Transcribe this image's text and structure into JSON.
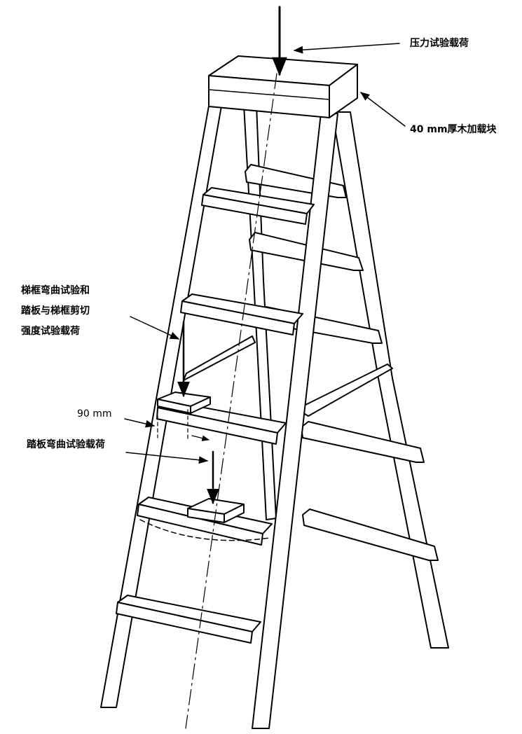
{
  "labels": {
    "compression_load": "压力试验载荷",
    "wood_block": "40 mm厚木加载块",
    "stile_load_line1": "梯框弯曲试验和",
    "stile_load_line2": "踏板与梯框剪切",
    "stile_load_line3": "强度试验载荷",
    "offset": "90 mm",
    "step_load": "踏板弯曲试验载荷"
  },
  "colors": {
    "ink": "#000000",
    "paper": "#ffffff"
  }
}
